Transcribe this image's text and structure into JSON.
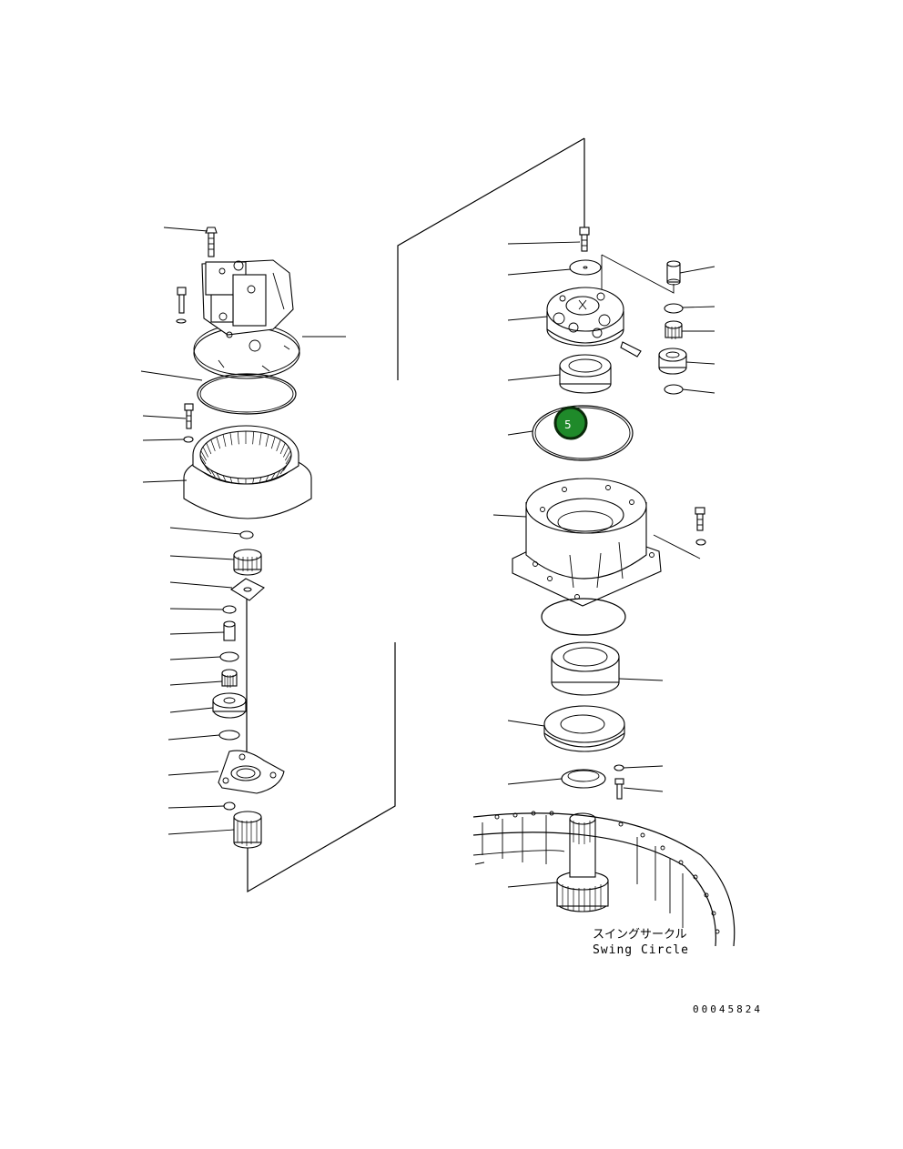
{
  "callout": {
    "number": "5",
    "fill_color": "#1f8a2a",
    "ring_color": "#0a2a0a",
    "text_color": "#ffffff"
  },
  "labels": {
    "swing_circle_jp": "スイングサークル",
    "swing_circle_en": "Swing Circle",
    "drawing_number": "00045824"
  }
}
